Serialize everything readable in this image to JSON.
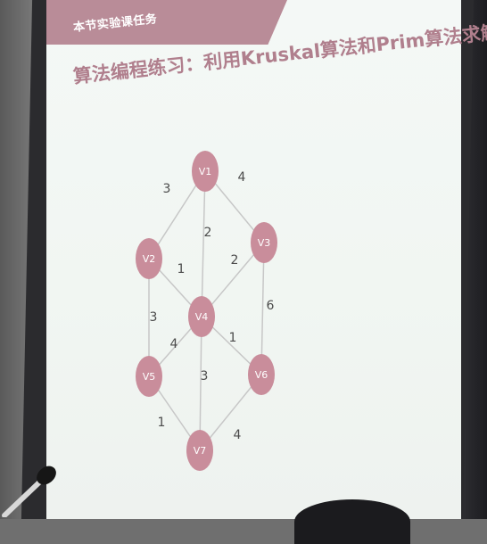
{
  "slide": {
    "banner": "本节实验课任务",
    "title": "算法编程练习：利用Kruskal算法和Prim算法求解最小生成树。"
  },
  "graph": {
    "node_color": "#c98d9b",
    "node_text_color": "#ffffff",
    "edge_color": "#c7c7c7",
    "weight_color": "#4b4b4b",
    "nodes": [
      {
        "id": "V1",
        "label": "V1"
      },
      {
        "id": "V2",
        "label": "V2"
      },
      {
        "id": "V3",
        "label": "V3"
      },
      {
        "id": "V4",
        "label": "V4"
      },
      {
        "id": "V5",
        "label": "V5"
      },
      {
        "id": "V6",
        "label": "V6"
      },
      {
        "id": "V7",
        "label": "V7"
      }
    ],
    "edges": [
      {
        "from": "V1",
        "to": "V2",
        "weight": "3"
      },
      {
        "from": "V1",
        "to": "V3",
        "weight": "4"
      },
      {
        "from": "V1",
        "to": "V4",
        "weight": "2"
      },
      {
        "from": "V2",
        "to": "V4",
        "weight": "1"
      },
      {
        "from": "V3",
        "to": "V4",
        "weight": "2"
      },
      {
        "from": "V2",
        "to": "V5",
        "weight": "3"
      },
      {
        "from": "V3",
        "to": "V6",
        "weight": "6"
      },
      {
        "from": "V4",
        "to": "V5",
        "weight": "4"
      },
      {
        "from": "V4",
        "to": "V6",
        "weight": "1"
      },
      {
        "from": "V4",
        "to": "V7",
        "weight": "3"
      },
      {
        "from": "V5",
        "to": "V7",
        "weight": "1"
      },
      {
        "from": "V6",
        "to": "V7",
        "weight": "4"
      }
    ]
  }
}
